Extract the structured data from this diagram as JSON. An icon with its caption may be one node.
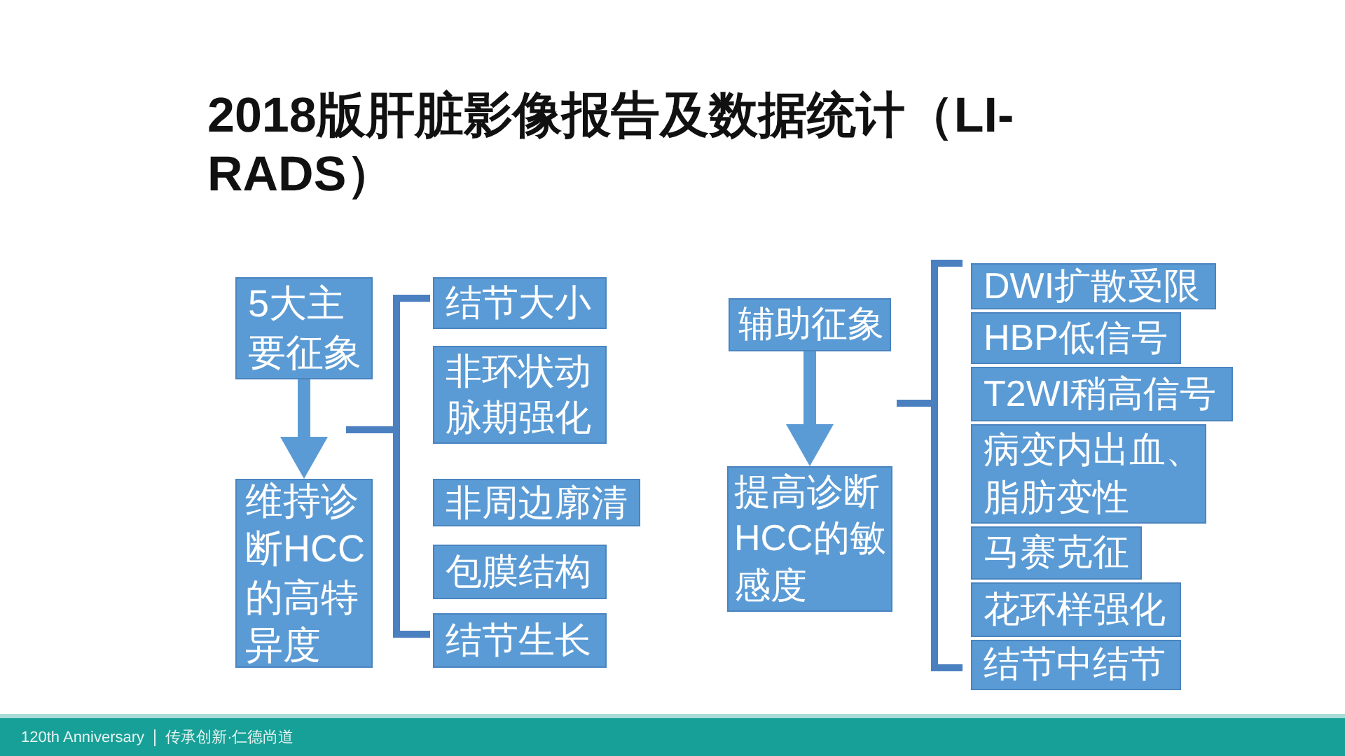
{
  "diagram": {
    "title": "2018版肝脏影像报告及数据统计（LI-RADS）",
    "nodes": [
      {
        "text": [
          "5大主要征象"
        ]
      },
      {
        "text": [
          "维持诊断HCC的高特异度"
        ]
      },
      {
        "text": [
          "结节大小"
        ]
      },
      {
        "text": [
          "非环状动脉期强化"
        ]
      },
      {
        "text": [
          "非周边廓清"
        ]
      },
      {
        "text": [
          "包膜结构"
        ]
      },
      {
        "text": [
          "结节生长"
        ]
      },
      {
        "text": [
          "辅助征象"
        ]
      },
      {
        "text": [
          "提高诊断HCC的敏感度"
        ]
      },
      {
        "text": [
          "DWI扩散受限"
        ]
      },
      {
        "text": [
          "HBP低信号"
        ]
      },
      {
        "text": [
          "T2WI稍高信号"
        ]
      },
      {
        "text": [
          "病变内出血、脂肪变性"
        ]
      },
      {
        "text": [
          "马赛克征"
        ]
      },
      {
        "text": [
          "花环样强化"
        ]
      },
      {
        "text": [
          "结节中结节"
        ]
      }
    ],
    "edges": [
      {
        "from": 0,
        "to": 1,
        "arrow": "to"
      },
      {
        "from": 7,
        "to": 8,
        "arrow": "to"
      }
    ],
    "labels": [
      "120th Anniversary",
      "传承创新·仁德尚道"
    ]
  }
}
